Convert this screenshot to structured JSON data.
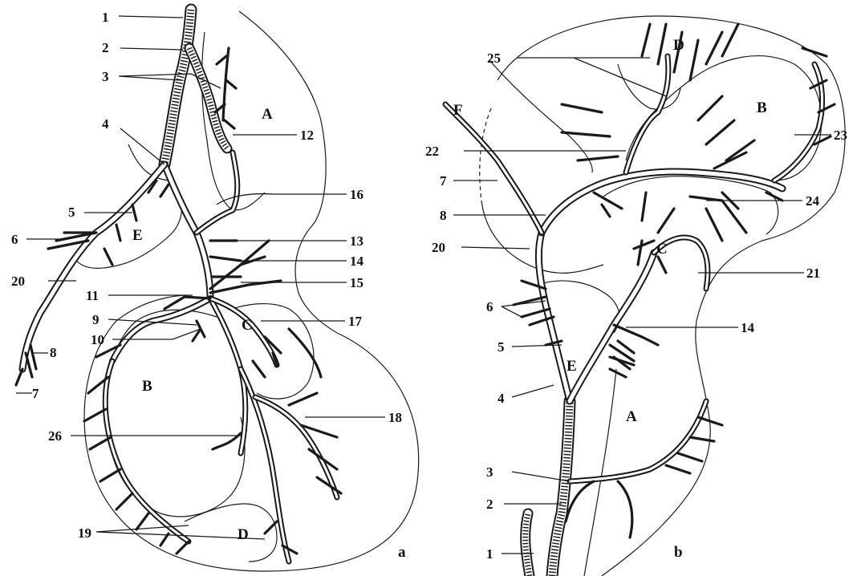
{
  "panels": {
    "a": {
      "label": "a",
      "regions": {
        "A": "A",
        "B": "B",
        "C": "C",
        "D": "D",
        "E": "E"
      },
      "callouts": [
        "1",
        "2",
        "3",
        "4",
        "5",
        "6",
        "7",
        "8",
        "9",
        "10",
        "11",
        "12",
        "13",
        "14",
        "15",
        "16",
        "17",
        "18",
        "19",
        "20",
        "26"
      ]
    },
    "b": {
      "label": "b",
      "regions": {
        "A": "A",
        "B": "B",
        "C": "C",
        "D": "D",
        "E": "E",
        "F": "F"
      },
      "callouts": [
        "1",
        "2",
        "3",
        "4",
        "5",
        "6",
        "7",
        "8",
        "14",
        "20",
        "21",
        "22",
        "23",
        "24",
        "25"
      ]
    }
  }
}
